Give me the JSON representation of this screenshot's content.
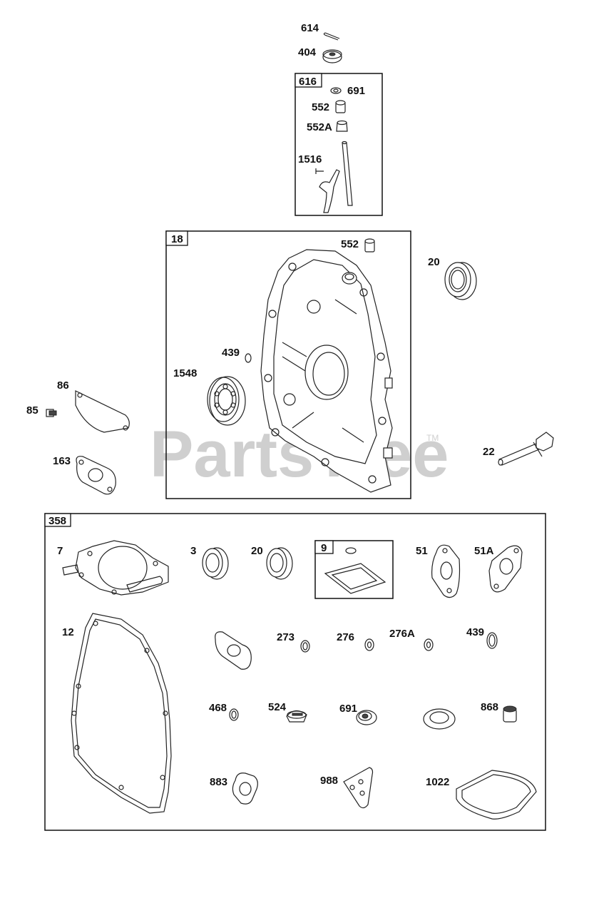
{
  "watermark": {
    "text": "PartsTree",
    "tm": "TM"
  },
  "parts": {
    "p614": "614",
    "p404": "404",
    "kit616": "616",
    "p691": "691",
    "p552": "552",
    "p552a": "552A",
    "p1516": "1516",
    "kit18": "18",
    "p552b": "552",
    "p20": "20",
    "p439": "439",
    "p1548": "1548",
    "p86": "86",
    "p85": "85",
    "p163": "163",
    "p22": "22",
    "kit358": "358",
    "p7": "7",
    "p3": "3",
    "p20b": "20",
    "kit9": "9",
    "p51": "51",
    "p51a": "51A",
    "p12": "12",
    "p273": "273",
    "p276": "276",
    "p276a": "276A",
    "p439b": "439",
    "p468": "468",
    "p524": "524",
    "p691b": "691",
    "p868": "868",
    "p883": "883",
    "p988": "988",
    "p1022": "1022"
  }
}
